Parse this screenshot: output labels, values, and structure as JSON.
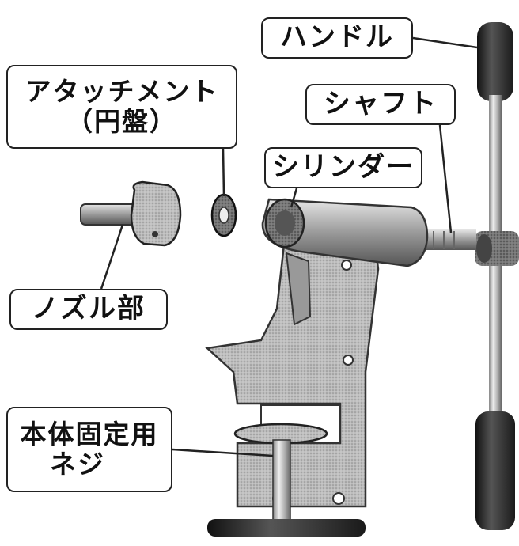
{
  "labels": {
    "handle": "ハンドル",
    "attachment_line1": "アタッチメント",
    "attachment_line2": "（円盤）",
    "shaft": "シャフト",
    "cylinder": "シリンダー",
    "nozzle": "ノズル部",
    "clamp_line1": "本体固定用",
    "clamp_line2": "ネジ"
  }
}
